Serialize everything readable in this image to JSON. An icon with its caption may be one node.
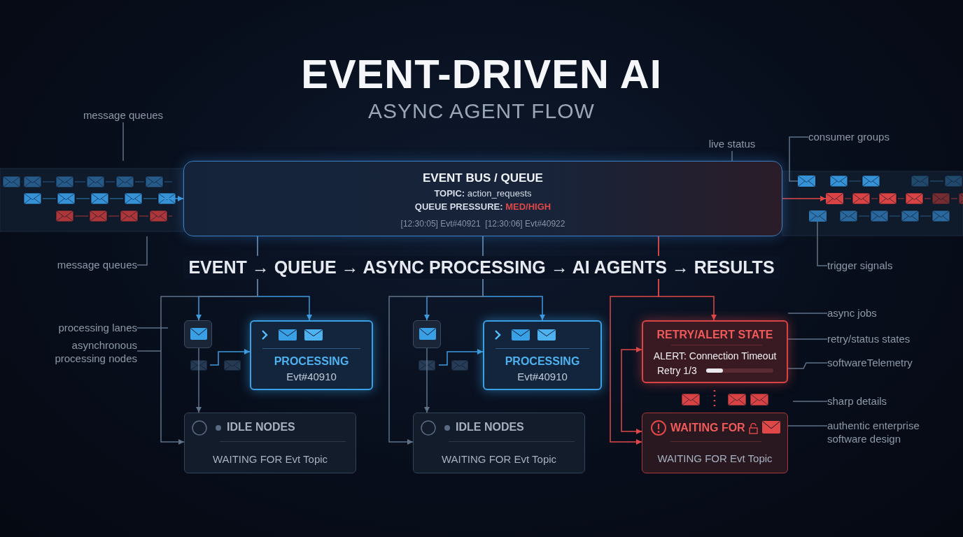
{
  "diagram": {
    "title": "EVENT-DRIVEN AI",
    "nodes": [
      {
        "text": [
          "EVENT BUS / QUEUE",
          "**TOPIC:** action_requests",
          "QUEUE PRESSURE:",
          "MED/HIGH",
          "[12:30:05] Evt#40921  [12:30:06] Evt#40922"
        ]
      },
      {
        "text": [],
        "shape": "box"
      },
      {
        "text": [
          "PROCESSING",
          "Evt#40910"
        ]
      },
      {
        "text": [
          "IDLE NODES",
          "WAITING FOR Evt Topic"
        ]
      },
      {
        "text": [],
        "shape": "box"
      },
      {
        "text": [
          "PROCESSING",
          "Evt#40910"
        ]
      },
      {
        "text": [
          "IDLE NODES",
          "WAITING FOR Evt Topic"
        ]
      },
      {
        "text": [
          "RETRY/ALERT STATE",
          "ALERT: Connection Timeout",
          "Retry 1/3"
        ]
      },
      {
        "text": [
          "WAITING FOR",
          "WAITING FOR Evt Topic"
        ]
      },
      {
        "text": [
          "message queues"
        ]
      },
      {
        "text": [
          "live status"
        ]
      },
      {
        "text": [
          "consumer groups"
        ]
      },
      {
        "text": [
          "message queues"
        ]
      },
      {
        "text": [
          "trigger signals"
        ]
      },
      {
        "text": [
          "processing lanes"
        ]
      },
      {
        "text": [
          "asynchronous processing nodes"
        ]
      },
      {
        "text": [
          "async jobs"
        ]
      },
      {
        "text": [
          "retry/status states"
        ]
      },
      {
        "text": [
          "softwareTelemetry"
        ]
      },
      {
        "text": [
          "sharp details"
        ]
      },
      {
        "text": [
          "authentic enterprise software design"
        ]
      },
      {
        "text": [],
        "shape": "box"
      },
      {
        "text": [],
        "shape": "box"
      },
      {
        "text": [],
        "shape": "box"
      }
    ],
    "edges": [
      {
        "from": null,
        "to": 0,
        "arrow": "to",
        "color": "#3d9be0"
      },
      {
        "from": 0,
        "to": 21,
        "arrow": "to",
        "color": "#e04848"
      },
      {
        "from": 0,
        "to": 1,
        "arrow": "to",
        "color": "#3d9be0"
      },
      {
        "from": 0,
        "to": 2,
        "arrow": "to",
        "color": "#3d9be0"
      },
      {
        "from": 0,
        "to": 3,
        "arrow": "to"
      },
      {
        "from": 1,
        "to": 3,
        "arrow": "to"
      },
      {
        "from": null,
        "to": 2,
        "arrow": "to",
        "color": "#3d9be0"
      },
      {
        "from": 0,
        "to": 4,
        "arrow": "to",
        "color": "#3d9be0"
      },
      {
        "from": 0,
        "to": 5,
        "arrow": "to",
        "color": "#3d9be0"
      },
      {
        "from": 0,
        "to": 6,
        "arrow": "to"
      },
      {
        "from": 4,
        "to": 6,
        "arrow": "to"
      },
      {
        "from": null,
        "to": 5,
        "arrow": "to",
        "color": "#3d9be0"
      },
      {
        "from": 0,
        "to": 7,
        "arrow": "to",
        "color": "#e04848"
      },
      {
        "from": 0,
        "to": 8,
        "arrow": "to",
        "color": "#e04848"
      },
      {
        "from": 7,
        "to": 8,
        "arrow": "both",
        "color": "#e04848"
      },
      {
        "from": 9,
        "to": 0,
        "arrow": "none"
      },
      {
        "from": 10,
        "to": 0,
        "arrow": "none"
      },
      {
        "from": 11,
        "to": 22,
        "arrow": "none"
      },
      {
        "from": 12,
        "to": 0,
        "arrow": "none"
      },
      {
        "from": 13,
        "to": 23,
        "arrow": "none"
      },
      {
        "from": 14,
        "to": null,
        "arrow": "none"
      },
      {
        "from": 15,
        "to": null,
        "arrow": "none"
      },
      {
        "from": 16,
        "to": 7,
        "arrow": "none"
      },
      {
        "from": 17,
        "to": 7,
        "arrow": "none"
      },
      {
        "from": 18,
        "to": 7,
        "arrow": "none"
      },
      {
        "from": 19,
        "to": null,
        "arrow": "none"
      },
      {
        "from": 20,
        "to": 8,
        "arrow": "none"
      }
    ],
    "labels": [
      "ASYNC AGENT FLOW",
      "EVENT → QUEUE → ASYNC PROCESSING → AI AGENTS → RESULTS"
    ]
  }
}
